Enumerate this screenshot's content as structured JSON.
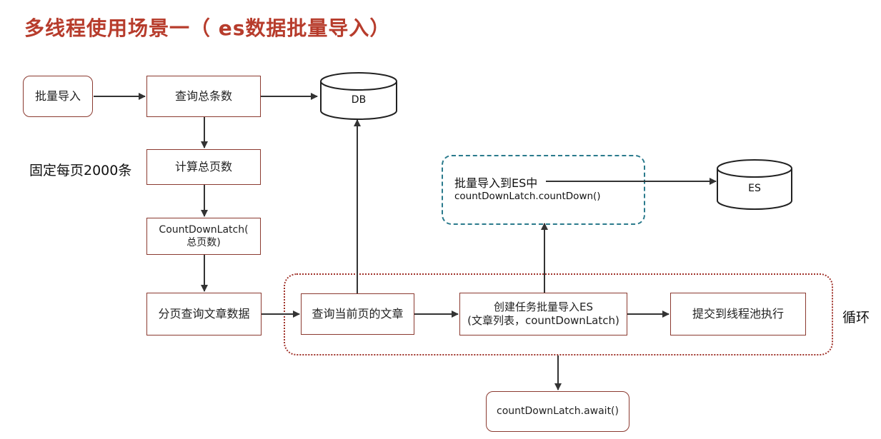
{
  "title": "多线程使用场景一（ es数据批量导入）",
  "nodes": {
    "batch_import": "批量导入",
    "query_total": "查询总条数",
    "calc_pages": "计算总页数",
    "countdown_latch_l1": "CountDownLatch(",
    "countdown_latch_l2": "总页数)",
    "paged_query": "分页查询文章数据",
    "query_current": "查询当前页的文章",
    "create_task_l1": "创建任务批量导入ES",
    "create_task_l2": "(文章列表，countDownLatch)",
    "submit_pool": "提交到线程池执行",
    "await": "countDownLatch.await()"
  },
  "labels": {
    "fixed_per_page": "固定每页2000条",
    "loop": "循环",
    "es_import_l1": "批量导入到ES中",
    "es_import_l2": "countDownLatch.countDown()"
  },
  "databases": {
    "db": "DB",
    "es": "ES"
  },
  "colors": {
    "title": "#b73c2c",
    "box_border": "#8b3a30",
    "loop_border": "#a0322a",
    "dash_border": "#2a7a8c",
    "arrow": "#333333"
  }
}
